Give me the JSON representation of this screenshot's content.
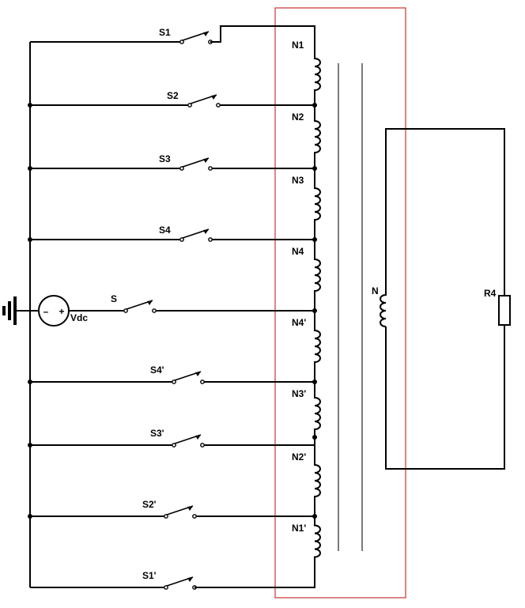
{
  "diagram": {
    "colors": {
      "wire": "#000000",
      "core": "#7a7a7a",
      "boundary": "#cc3333",
      "background": "#ffffff"
    },
    "source": {
      "label": "Vdc",
      "minus": "–",
      "plus": "+"
    },
    "ground_icon": "ground-icon",
    "switches": [
      {
        "id": "s1",
        "label": "S1"
      },
      {
        "id": "s2",
        "label": "S2"
      },
      {
        "id": "s3",
        "label": "S3"
      },
      {
        "id": "s4",
        "label": "S4"
      },
      {
        "id": "s",
        "label": "S"
      },
      {
        "id": "s4p",
        "label": "S4'"
      },
      {
        "id": "s3p",
        "label": "S3'"
      },
      {
        "id": "s2p",
        "label": "S2'"
      },
      {
        "id": "s1p",
        "label": "S1'"
      }
    ],
    "primary_windings": [
      {
        "id": "n1",
        "label": "N1"
      },
      {
        "id": "n2",
        "label": "N2"
      },
      {
        "id": "n3",
        "label": "N3"
      },
      {
        "id": "n4",
        "label": "N4"
      },
      {
        "id": "n4p",
        "label": "N4'"
      },
      {
        "id": "n3p",
        "label": "N3'"
      },
      {
        "id": "n2p",
        "label": "N2'"
      },
      {
        "id": "n1p",
        "label": "N1'"
      }
    ],
    "secondary_winding": {
      "label": "N"
    },
    "load": {
      "label": "R4"
    }
  }
}
